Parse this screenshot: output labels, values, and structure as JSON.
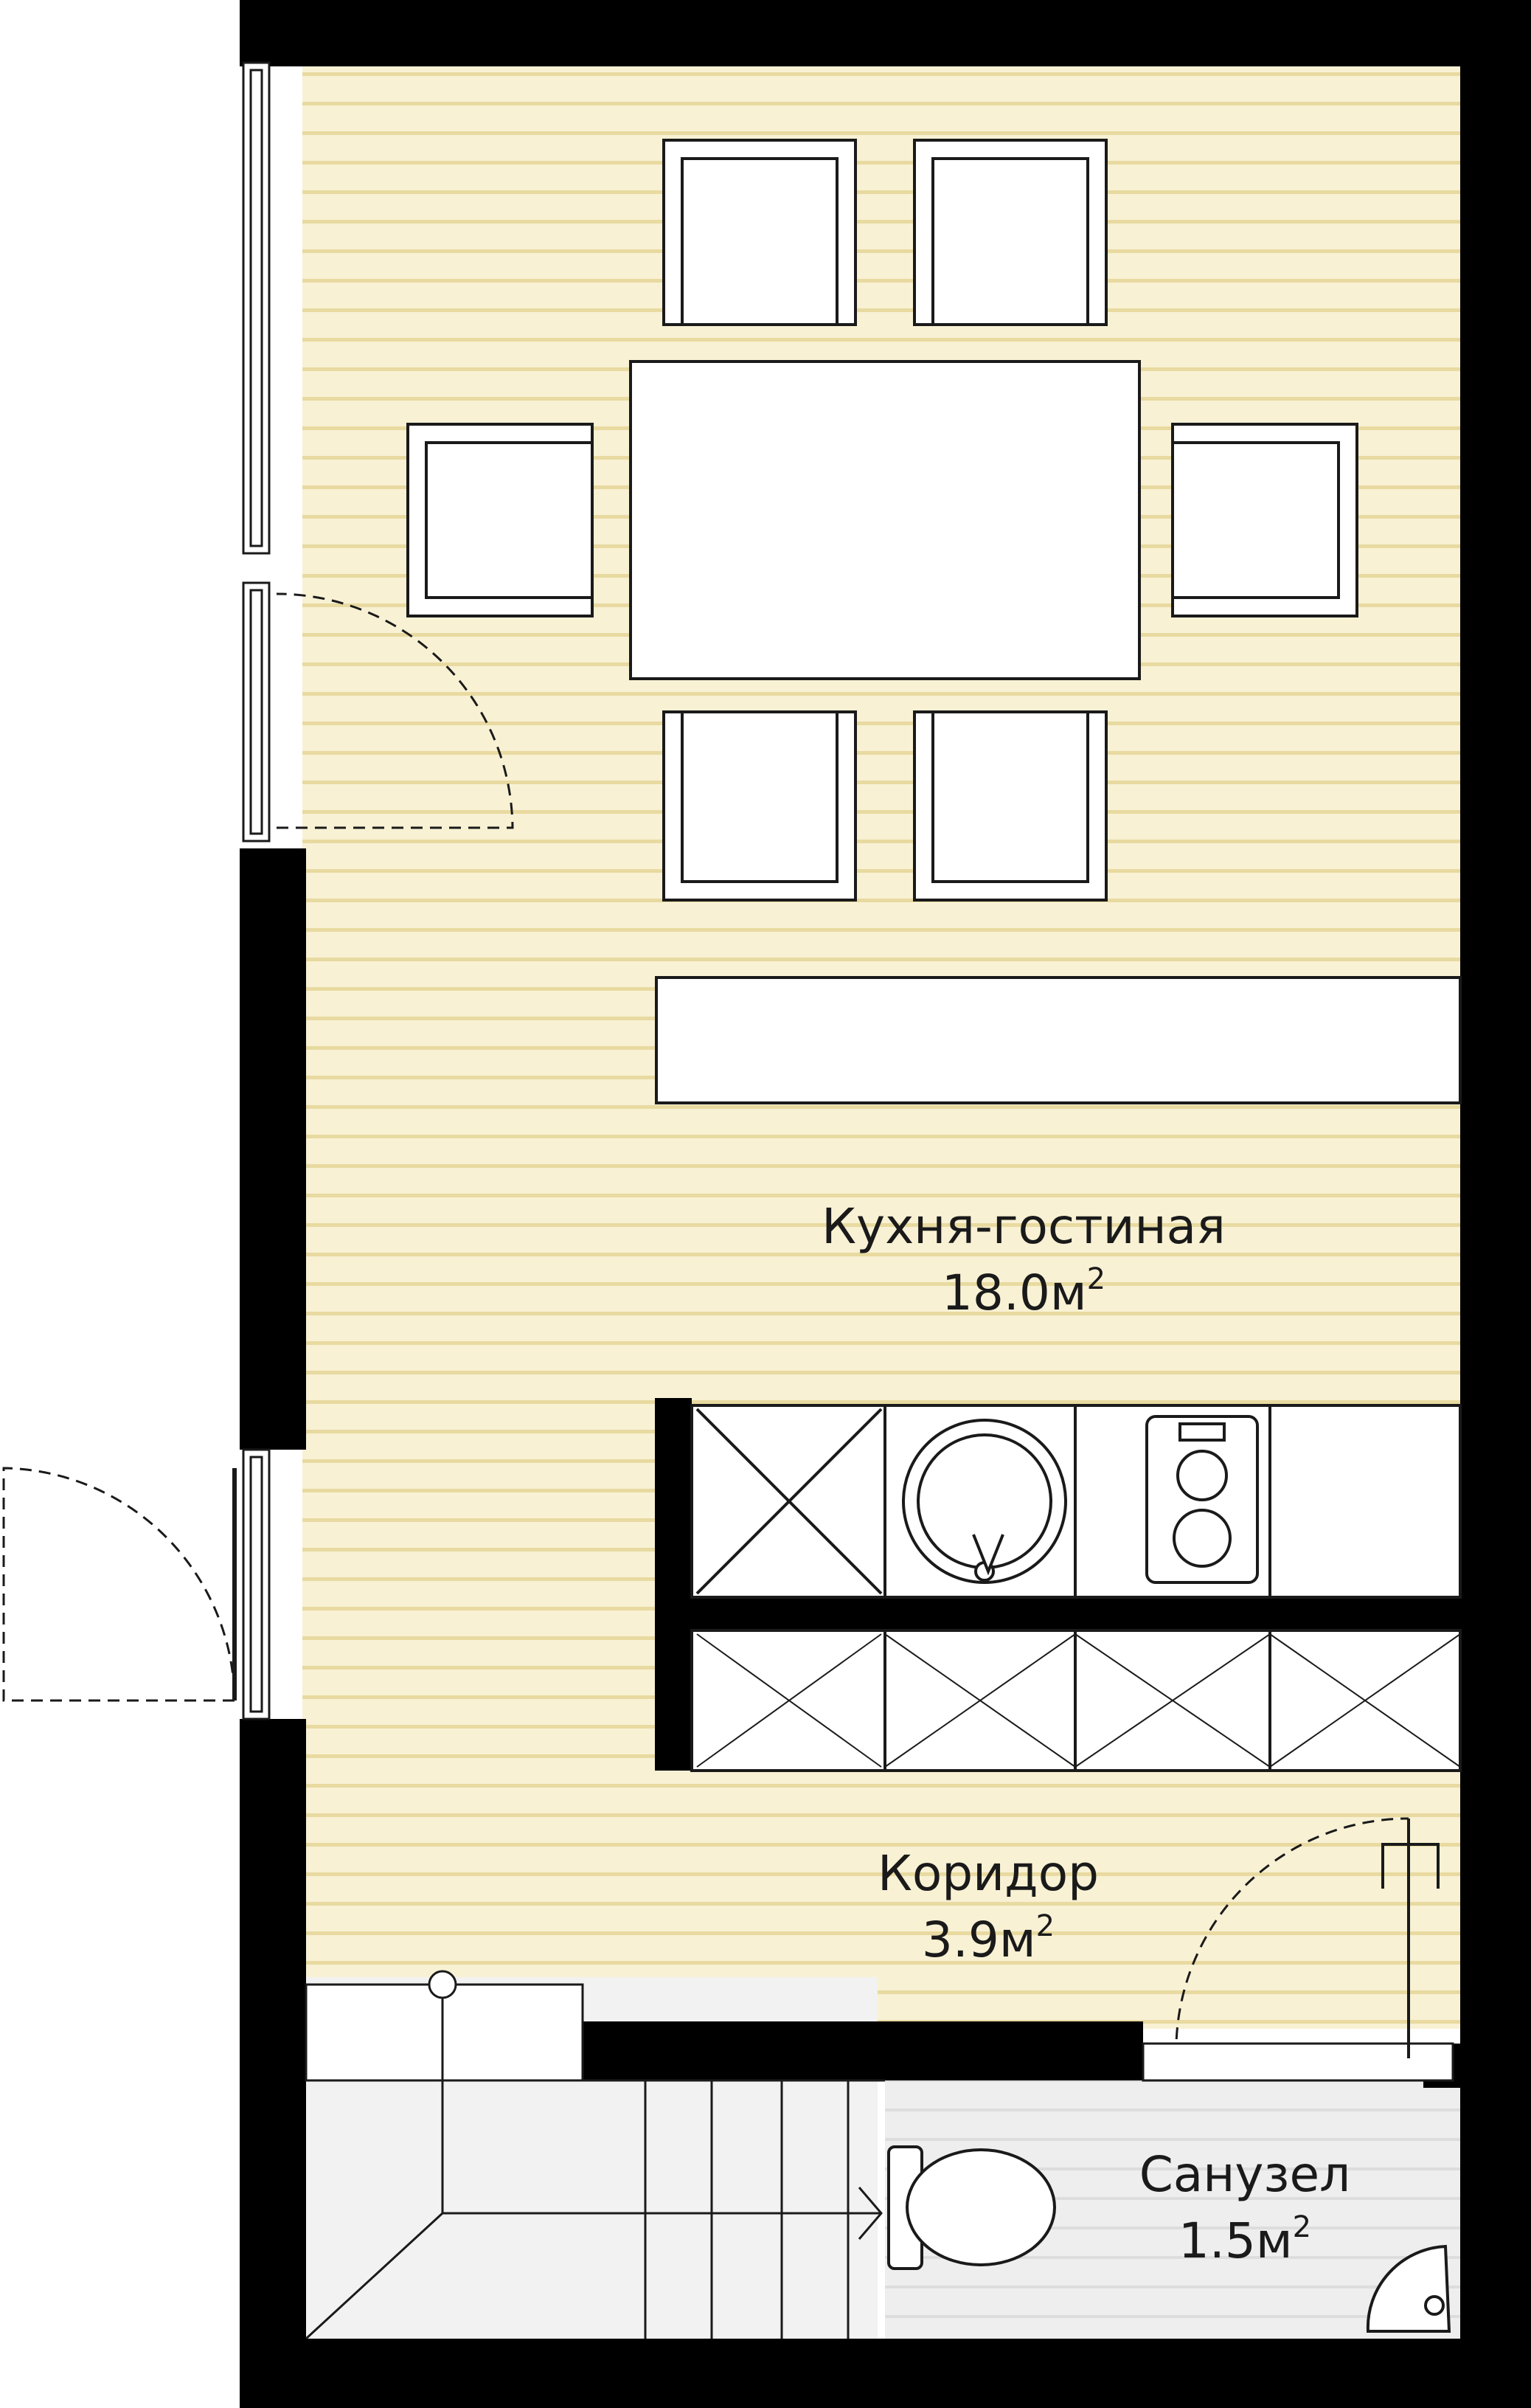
{
  "rooms": [
    {
      "id": "kitchen",
      "name": "Кухня-гостиная",
      "area": "18.0",
      "unit": "м",
      "unit_sup": "2"
    },
    {
      "id": "corridor",
      "name": "Коридор",
      "area": "3.9",
      "unit": "м",
      "unit_sup": "2"
    },
    {
      "id": "bathroom",
      "name": "Санузел",
      "area": "1.5",
      "unit": "м",
      "unit_sup": "2"
    }
  ],
  "colors": {
    "wall": "#000000",
    "floor_wood": "#f8f1d4",
    "floor_stripe": "#e8daa0",
    "tile_floor": "#eeeeee",
    "furniture": "#ffffff",
    "outline": "#1a1a1a"
  },
  "icons": [
    "window-icon",
    "door-swing-icon",
    "dining-table-icon",
    "armchair-icon",
    "counter-icon",
    "kitchen-sink-icon",
    "stove-icon",
    "cabinet-icon",
    "staircase-icon",
    "toilet-icon",
    "washbasin-icon",
    "shower-icon"
  ]
}
